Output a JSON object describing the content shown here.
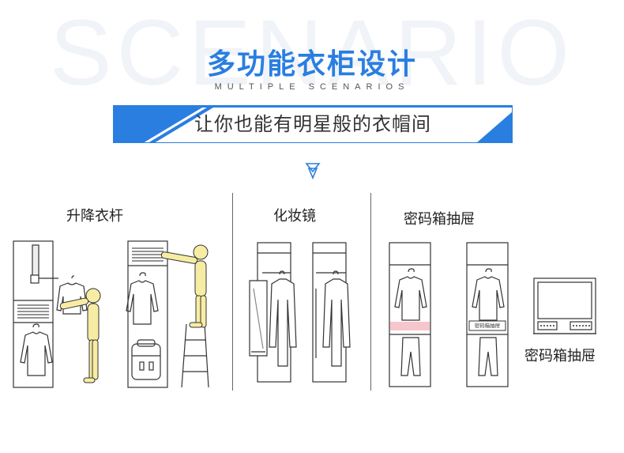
{
  "watermark": "SCENARIO",
  "header": {
    "title": "多功能衣柜设计",
    "subtitle_en": "MULTIPLE SCENARIOS",
    "banner": "让你也能有明星般的衣帽间"
  },
  "sections": [
    {
      "label": "升降衣杆"
    },
    {
      "label": "化妆镜"
    },
    {
      "label": "密码箱抽屉"
    }
  ],
  "drawer_tag": "密码箱抽屉",
  "safe_caption": "密码箱抽屉",
  "colors": {
    "accent": "#2a7ee0",
    "figure": "#f7eca3",
    "highlight": "#f7c5cc"
  }
}
